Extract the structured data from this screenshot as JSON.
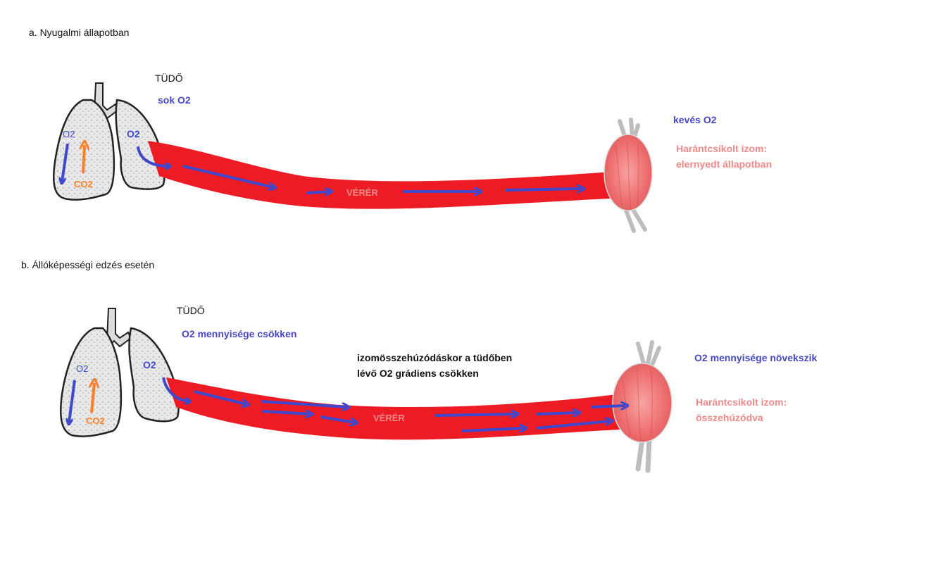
{
  "panel_a": {
    "title": "a. Nyugalmi állapotban",
    "lung_label": "TÜDŐ",
    "lung_o2": "sok O2",
    "lung_left_o2": "O2",
    "lung_left_co2": "CO2",
    "lung_right_o2": "O2",
    "vessel_label": "VÉRÉR",
    "muscle_o2": "kevés O2",
    "muscle_state_line1": "Harántcsíkolt izom:",
    "muscle_state_line2": "elernyedt állapotban"
  },
  "panel_b": {
    "title": "b. Állóképességi edzés esetén",
    "lung_label": "TÜDŐ",
    "lung_o2": "O2 mennyisége csökken",
    "lung_left_o2": "O2",
    "lung_left_co2": "CO2",
    "lung_right_o2": "O2",
    "vessel_label": "VÉRÉR",
    "gradient_line1": "izomösszehúzódáskor a tüdőben",
    "gradient_line2": "lévő O2 grádiens csökken",
    "muscle_o2": "O2 mennyisége növekszik",
    "muscle_state_line1": "Harántcsíkolt izom:",
    "muscle_state_line2": "összehúzódva"
  },
  "colors": {
    "vessel": "#ed1c24",
    "o2_arrow": "#3f48cc",
    "co2_arrow": "#ff7f27",
    "muscle": "#f07a7a",
    "tendon": "#bdbdbd"
  }
}
